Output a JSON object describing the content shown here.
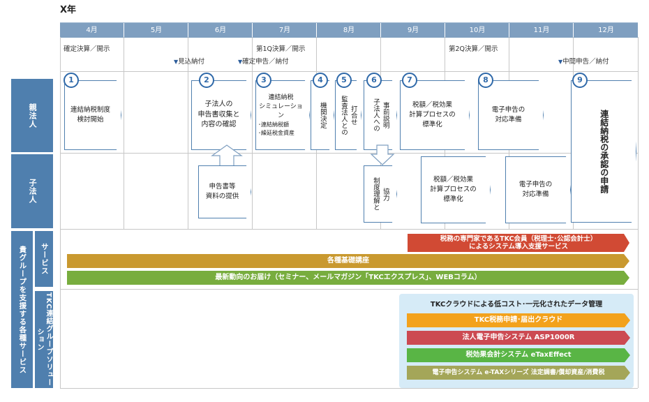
{
  "header": {
    "year": "X年"
  },
  "months": [
    "4月",
    "5月",
    "6月",
    "7月",
    "8月",
    "9月",
    "10月",
    "11月",
    "12月"
  ],
  "events": {
    "q_final": "確定決算／開示",
    "q1": "第1Q決算／開示",
    "q2": "第2Q決算／開示",
    "estimated_pay": "見込納付",
    "final_filing": "確定申告／納付",
    "interim_filing": "中間申告／納付"
  },
  "rows": {
    "parent": "親法人",
    "child": "子法人",
    "support": "貴グループを支援する各種サービス",
    "service": "サービス",
    "solution": "TKC連結グループソリューション"
  },
  "steps": [
    {
      "num": "1",
      "text": "連結納税制度\n検討開始"
    },
    {
      "num": "2",
      "text": "子法人の\n申告書収集と\n内容の確認"
    },
    {
      "num": "3",
      "text": "連結納税\nシミュレーション",
      "sub": "･連結納税額\n･繰延税金資産"
    },
    {
      "num": "4",
      "text": "機関決定"
    },
    {
      "num": "5",
      "text": "打合せ\n監査法人との"
    },
    {
      "num": "6",
      "text": "事前説明\n子法人への"
    },
    {
      "num": "7",
      "text": "税額／税効果\n計算プロセスの\n標準化"
    },
    {
      "num": "8",
      "text": "電子申告の\n対応準備"
    },
    {
      "num": "9",
      "text": "連結納税の承認の申請"
    }
  ],
  "child_boxes": {
    "docs": "申告書等\n資料の提供",
    "coop": "協力\n制度理解と",
    "tax": "税額／税効果\n計算プロセスの\n標準化",
    "efile": "電子申告の\n対応準備"
  },
  "service_bars": {
    "tkc_member": "税務の専門家であるTKC会員（税理士･公認会計士）\nによるシステム導入支援サービス",
    "basic_course": "各種基礎講座",
    "news": "最新動向のお届け（セミナー、メールマガジン「TKCエクスプレス」、WEBコラム）"
  },
  "solution_panel": {
    "title": "TKCクラウドによる低コスト･一元化されたデータ管理",
    "items": [
      "TKC税務申請･届出クラウド",
      "法人電子申告システム ASP1000R",
      "税効果会計システム eTaxEffect",
      "電子申告システム e-TAXシリーズ 法定調書/償却資産/消費税"
    ]
  },
  "colors": {
    "header_blue": "#7f9fc0",
    "side_blue": "#4f7fae",
    "red": "#d14a34",
    "gold": "#c9992f",
    "green": "#78ad3e",
    "orange": "#f3a21c",
    "brick": "#cc4a52",
    "bright_green": "#59b545",
    "olive": "#a4a659",
    "panel_bg": "#d6ebf7"
  }
}
